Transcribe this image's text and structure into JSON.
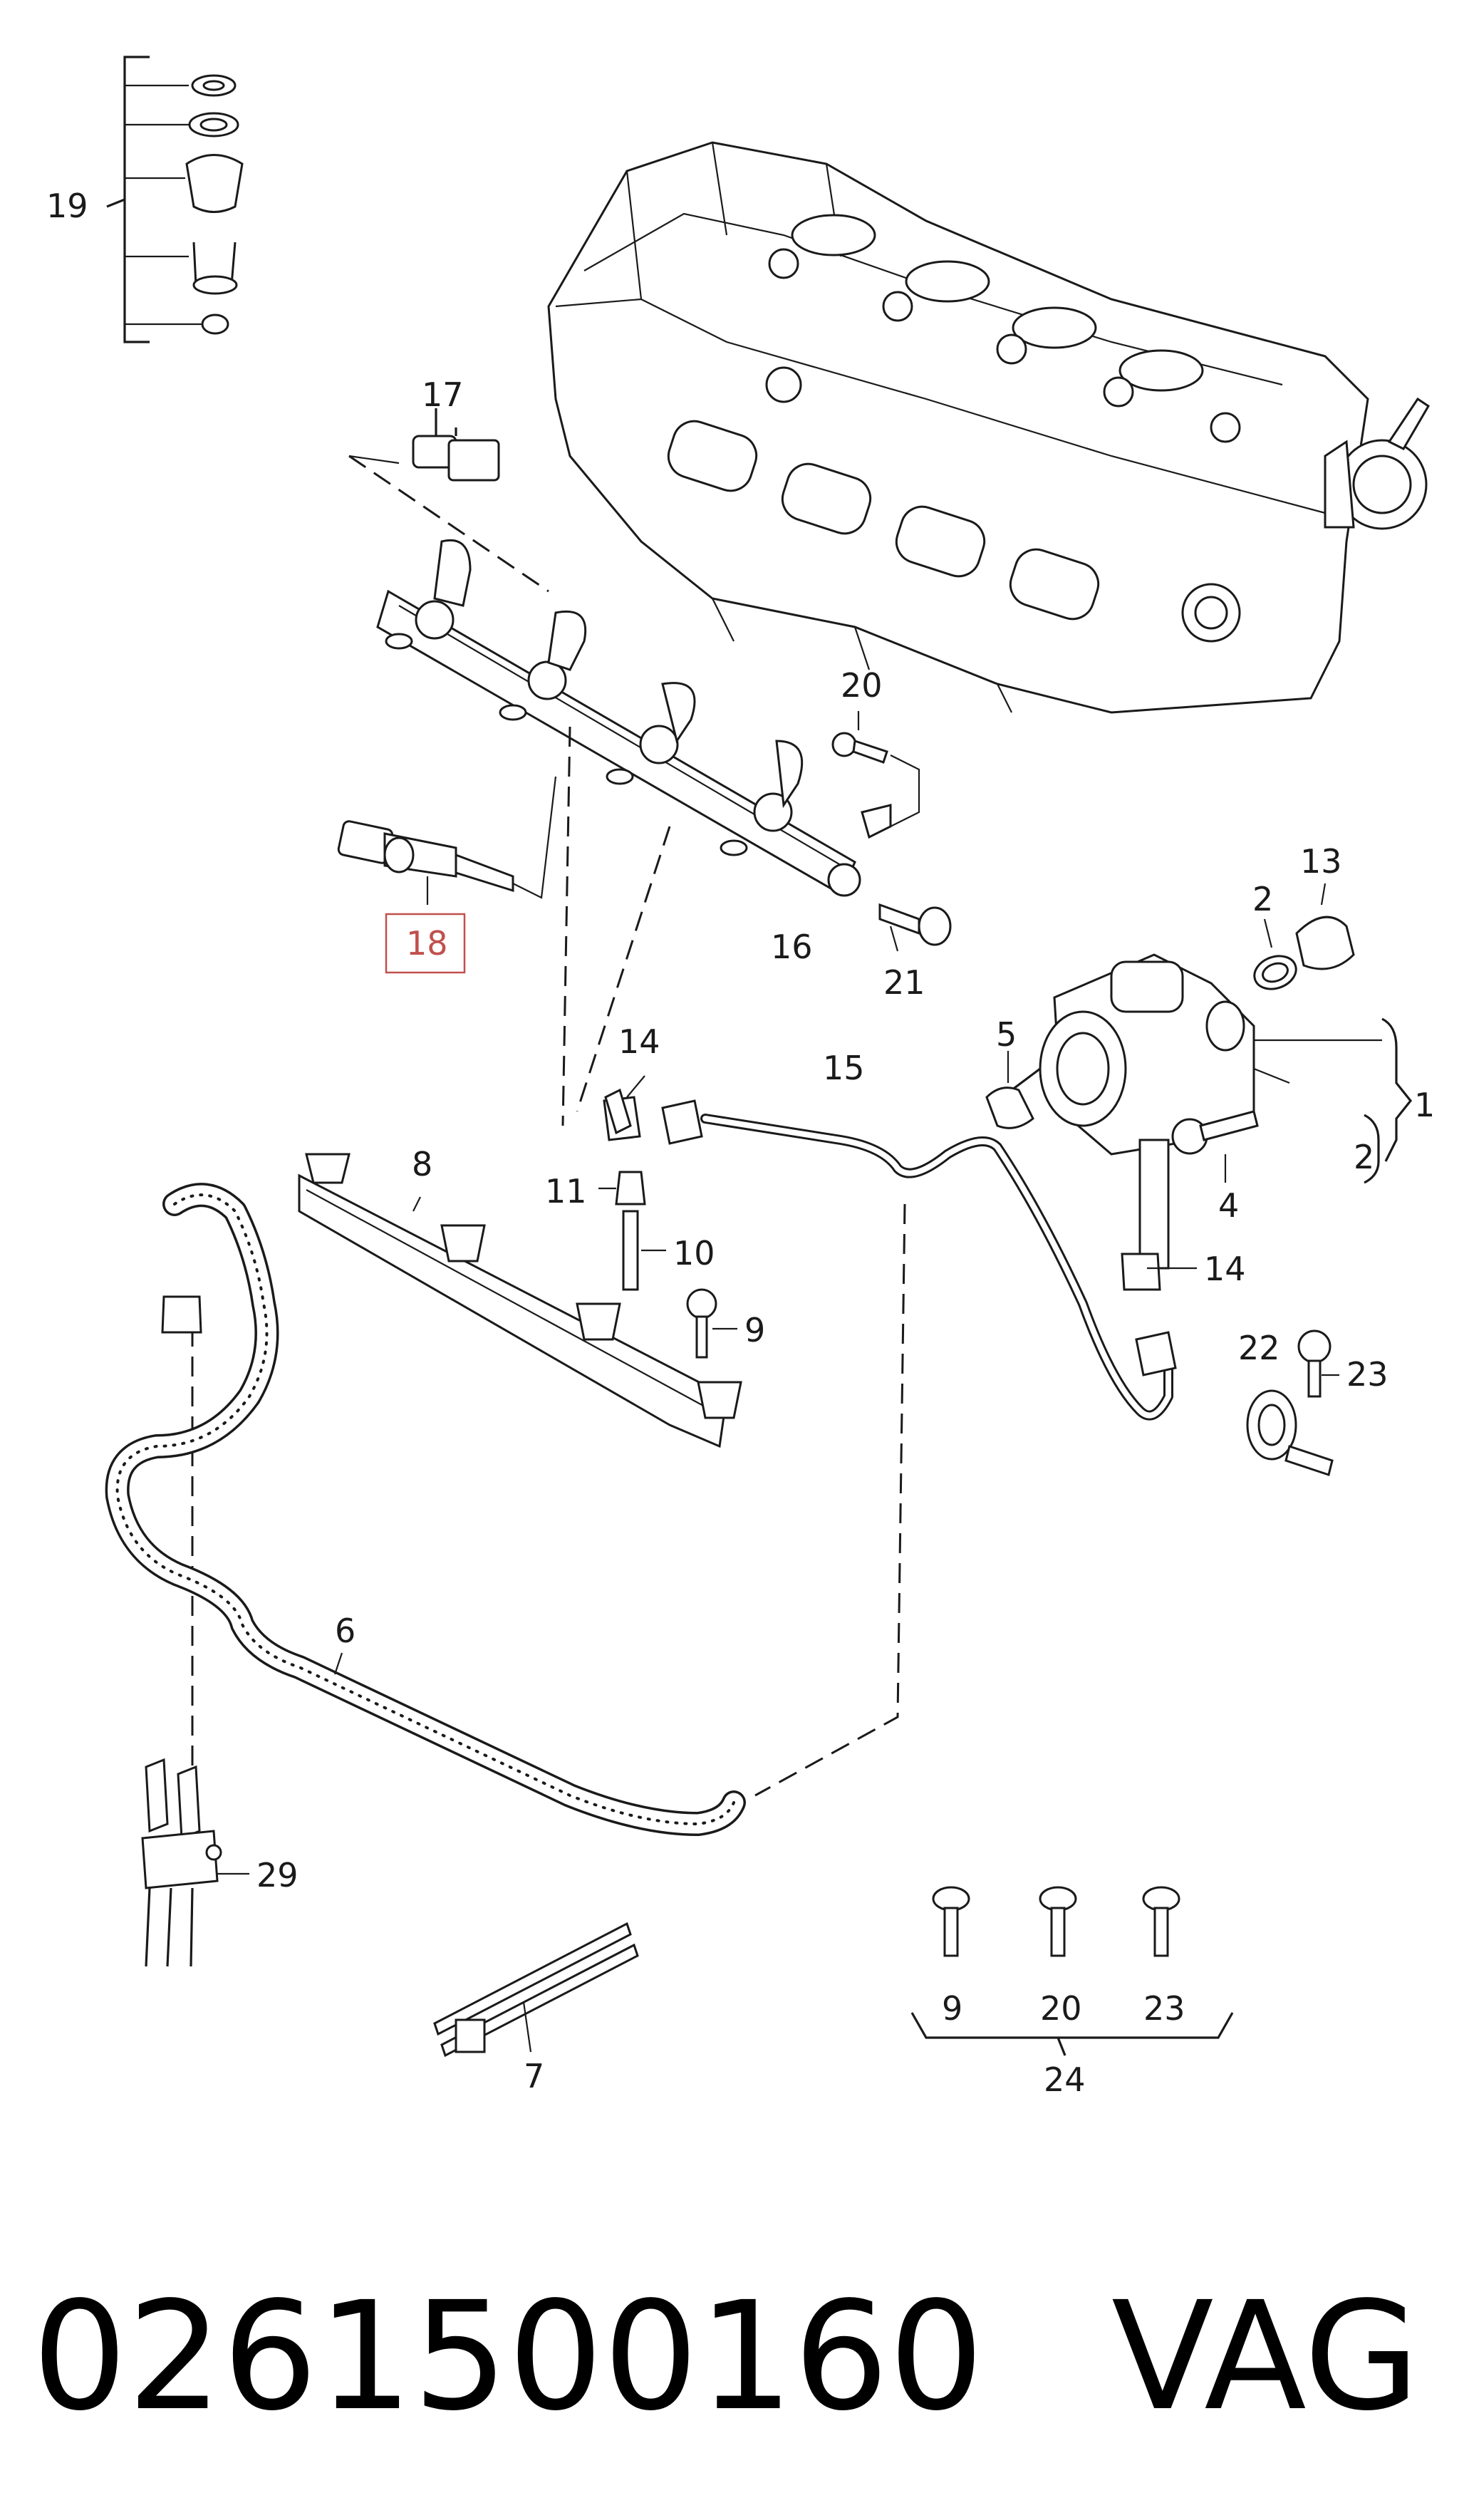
{
  "diagram": {
    "highlight_color": "#c0504d",
    "callouts": {
      "c1": "1",
      "c2a": "2",
      "c2b": "2",
      "c4": "4",
      "c5": "5",
      "c6": "6",
      "c7": "7",
      "c8": "8",
      "c9a": "9",
      "c9b": "9",
      "c10": "10",
      "c11": "11",
      "c13": "13",
      "c14a": "14",
      "c14b": "14",
      "c15": "15",
      "c16": "16",
      "c17": "17",
      "c18": "18",
      "c19": "19",
      "c20a": "20",
      "c20b": "20",
      "c21": "21",
      "c22": "22",
      "c23a": "23",
      "c23b": "23",
      "c24": "24",
      "c29": "29"
    }
  },
  "caption": {
    "part_number": "0261500160",
    "brand": "VAG"
  }
}
